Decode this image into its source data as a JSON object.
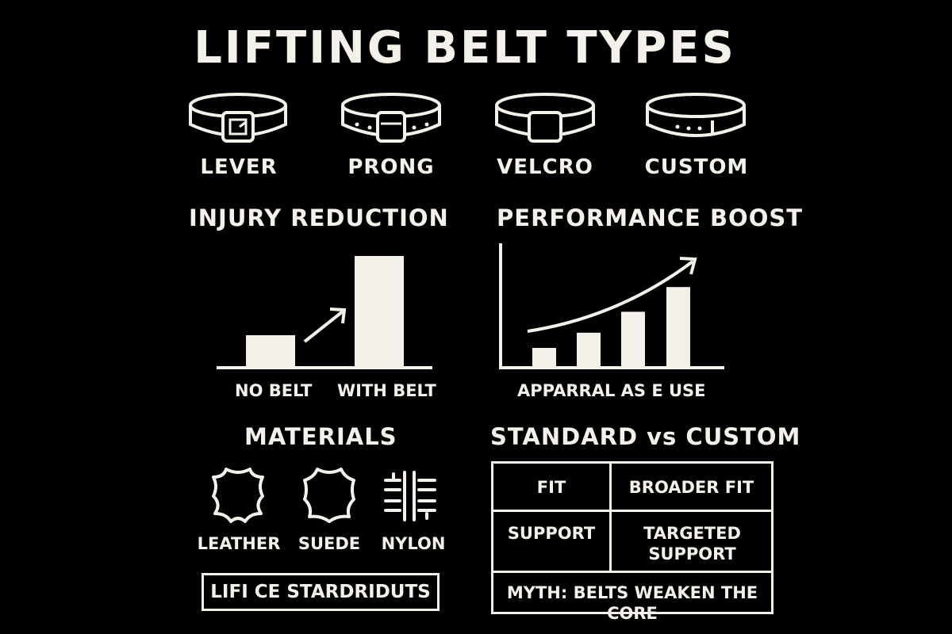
{
  "title": "LIFTING BELT TYPES",
  "belt_types": [
    {
      "label": "LEVER",
      "icon": "lever-belt-icon"
    },
    {
      "label": "PRONG",
      "icon": "prong-belt-icon"
    },
    {
      "label": "VELCRO",
      "icon": "velcro-belt-icon"
    },
    {
      "label": "CUSTOM",
      "icon": "custom-belt-icon"
    }
  ],
  "injury_reduction": {
    "title": "INJURY REDUCTION",
    "labels": [
      "NO BELT",
      "WITH BELT"
    ]
  },
  "performance_boost": {
    "title": "PERFORMANCE BOOST",
    "xlabel": "APPARRAL AS E USE"
  },
  "chart_data": [
    {
      "type": "bar",
      "title": "INJURY REDUCTION",
      "categories": [
        "NO BELT",
        "WITH BELT"
      ],
      "values": [
        1,
        3.5
      ],
      "ylim": [
        0,
        4
      ],
      "grid": false
    },
    {
      "type": "bar",
      "title": "PERFORMANCE BOOST",
      "xlabel": "APPARRAL AS E USE",
      "categories": [
        "",
        "",
        "",
        ""
      ],
      "values": [
        1,
        1.8,
        2.9,
        4.2
      ],
      "ylim": [
        0,
        7.5
      ],
      "grid": false
    }
  ],
  "materials": {
    "title": "MATERIALS",
    "items": [
      {
        "label": "LEATHER",
        "icon": "leather-hide-icon"
      },
      {
        "label": "SUEDE",
        "icon": "suede-hide-icon"
      },
      {
        "label": "NYLON",
        "icon": "nylon-weave-icon"
      }
    ]
  },
  "bottom_box": "LIFI CE STARDRIDUTS",
  "comparison": {
    "title": "STANDARD vs CUSTOM",
    "rows": [
      [
        "FIT",
        "BROADER FIT"
      ],
      [
        "SUPPORT",
        "TARGETED SUPPORT"
      ]
    ],
    "footer": "MYTH: BELTS WEAKEN THE CORE"
  },
  "colors": {
    "background": "#000000",
    "foreground": "#f4f1ea"
  }
}
